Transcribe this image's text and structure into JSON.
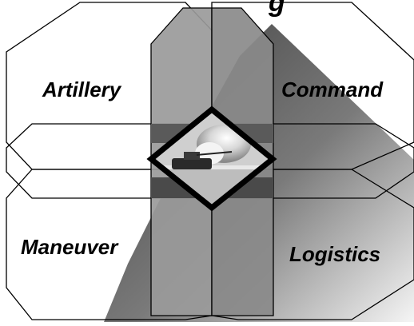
{
  "diagram": {
    "title_partial": "g",
    "quadrants": [
      {
        "id": "artillery",
        "label": "Artillery"
      },
      {
        "id": "command",
        "label": "Command"
      },
      {
        "id": "maneuver",
        "label": "Maneuver"
      },
      {
        "id": "logistics",
        "label": "Logistics"
      }
    ],
    "center_image": "explosion-over-tank-photo",
    "colors": {
      "outline": "#000000",
      "vertical_band": "#8c8c8c",
      "overlap": "#4a4a4a",
      "shadow_dark": "#555555",
      "shadow_light": "#f2f2f2"
    }
  }
}
